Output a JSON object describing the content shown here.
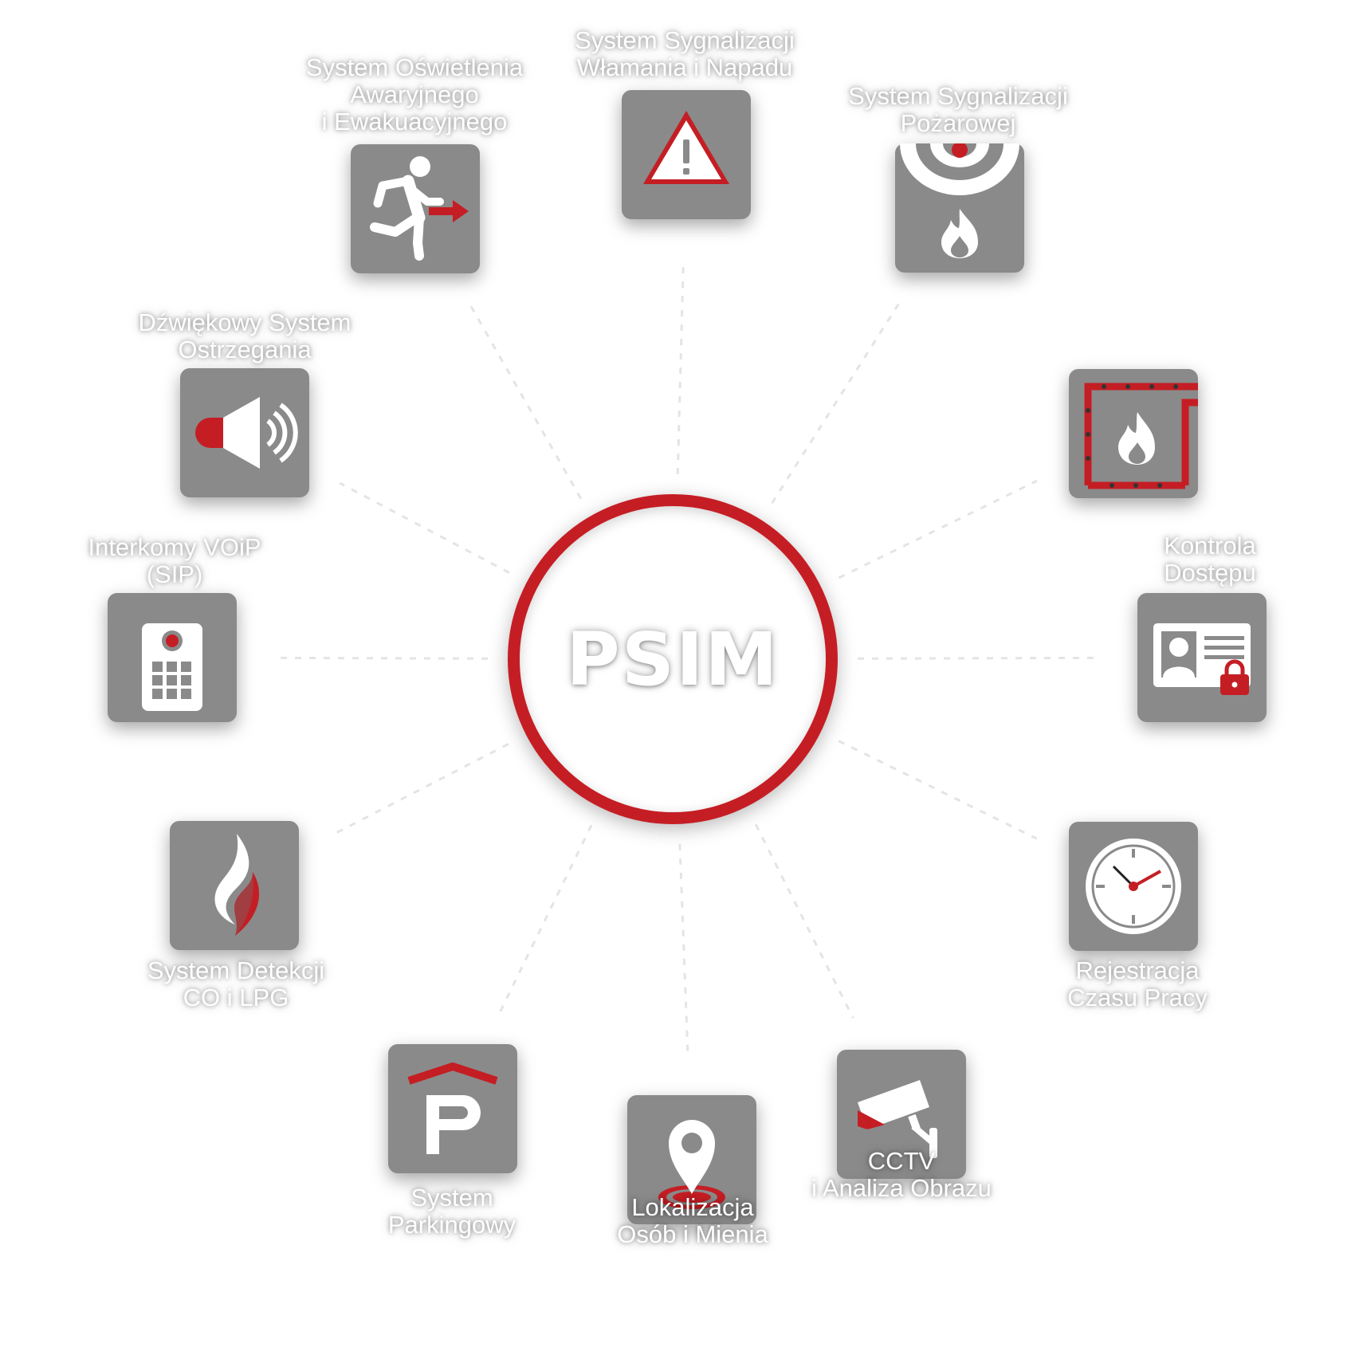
{
  "center": {
    "label": "PSIM"
  },
  "colors": {
    "accent": "#c41e24",
    "tile": "#8a8a8a",
    "icon": "#ffffff"
  },
  "nodes": [
    {
      "id": "intrusion",
      "icon": "warning-triangle-icon",
      "label_lines": [
        "System Sygnalizacji",
        "Włamania i Napadu"
      ]
    },
    {
      "id": "fire-alarm",
      "icon": "smoke-detector-fire-icon",
      "label_lines": [
        "System Sygnalizacji",
        "Pożarowej"
      ]
    },
    {
      "id": "fire-protection",
      "icon": "fire-zone-icon",
      "label_lines": []
    },
    {
      "id": "access-control",
      "icon": "id-card-lock-icon",
      "label_lines": [
        "Kontrola",
        "Dostępu"
      ]
    },
    {
      "id": "time-registration",
      "icon": "clock-icon",
      "label_lines": [
        "Rejestracja",
        "Czasu Pracy"
      ]
    },
    {
      "id": "cctv",
      "icon": "cctv-camera-icon",
      "label_lines": [
        "CCTV",
        "i Analiza Obrazu"
      ]
    },
    {
      "id": "localization",
      "icon": "location-pin-icon",
      "label_lines": [
        "Lokalizacja",
        "Osób i Mienia"
      ]
    },
    {
      "id": "parking",
      "icon": "parking-icon",
      "label_lines": [
        "System",
        "Parkingowy"
      ]
    },
    {
      "id": "gas-detection",
      "icon": "flame-gas-icon",
      "label_lines": [
        "System Detekcji",
        "CO i LPG"
      ]
    },
    {
      "id": "intercom",
      "icon": "intercom-keypad-icon",
      "label_lines": [
        "Interkomy VOiP",
        "(SIP)"
      ]
    },
    {
      "id": "voice-alarm",
      "icon": "loudspeaker-icon",
      "label_lines": [
        "Dźwiękowy System",
        "Ostrzegania"
      ]
    },
    {
      "id": "emergency-lighting",
      "icon": "running-exit-icon",
      "label_lines": [
        "System Oświetlenia",
        "Awaryjnego",
        "i Ewakuacyjnego"
      ]
    }
  ]
}
